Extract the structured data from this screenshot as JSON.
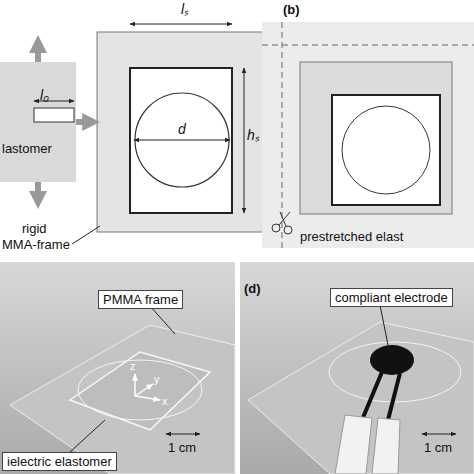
{
  "diagram": {
    "nodes": [
      {
        "text": [
          "l₀",
          "lastomer"
        ]
      },
      {
        "text": [
          "lₛ",
          "hₛ"
        ]
      },
      {
        "text": [
          "d"
        ],
        "in": 1
      }
    ],
    "edges": [
      {
        "from": 0,
        "to": 1,
        "arrow": "to"
      }
    ],
    "labels": [
      "(b)",
      "rigid",
      "MMA-frame",
      "prestretched elast",
      "PMMA frame",
      "(d)",
      "compliant electrode",
      "z",
      "y",
      "x",
      "ielectric elastomer",
      "1 cm",
      "1 cm"
    ]
  }
}
